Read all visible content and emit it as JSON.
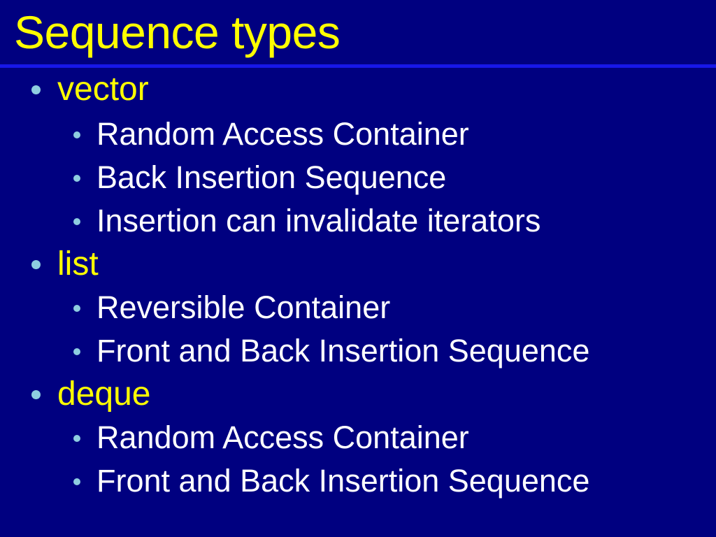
{
  "slide": {
    "title": "Sequence types",
    "colors": {
      "background": "#000080",
      "title_text": "#FFFF00",
      "rule": "#1717E8",
      "bullet_dot": "#8ECDE0",
      "level1_text": "#FFFF00",
      "level2_text": "#FFFFFF"
    },
    "bullets": [
      {
        "level": 1,
        "text": "vector"
      },
      {
        "level": 2,
        "text": "Random Access Container"
      },
      {
        "level": 2,
        "text": "Back Insertion Sequence"
      },
      {
        "level": 2,
        "text": "Insertion can invalidate iterators"
      },
      {
        "level": 1,
        "text": "list"
      },
      {
        "level": 2,
        "text": "Reversible Container"
      },
      {
        "level": 2,
        "text": "Front and Back Insertion Sequence"
      },
      {
        "level": 1,
        "text": "deque"
      },
      {
        "level": 2,
        "text": "Random Access Container"
      },
      {
        "level": 2,
        "text": "Front and Back Insertion Sequence"
      }
    ]
  }
}
